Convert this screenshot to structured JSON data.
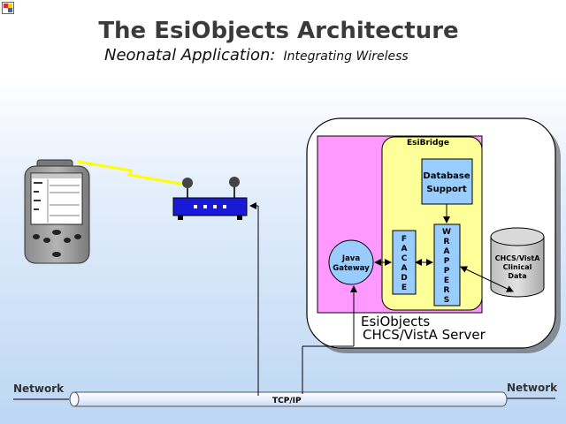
{
  "title": "The EsiObjects Architecture",
  "subtitle": {
    "main": "Neonatal Application:",
    "secondary": "Integrating Wireless"
  },
  "diagram": {
    "esibridge_label": "EsiBridge",
    "database_support": [
      "Database",
      "Support"
    ],
    "facade_letters": [
      "F",
      "A",
      "C",
      "A",
      "D",
      "E"
    ],
    "wrappers_letters": [
      "W",
      "R",
      "A",
      "P",
      "P",
      "E",
      "R",
      "S"
    ],
    "java_gateway": [
      "Java",
      "Gateway"
    ],
    "clinical_data": [
      "CHCS/VistA",
      "Clinical",
      "Data"
    ],
    "esiobjects_label": "EsiObjects",
    "server_label": "CHCS/VistA Server",
    "network_left": "Network",
    "network_right": "Network",
    "tcpip_label": "TCP/IP"
  },
  "colors": {
    "title": "#3a3a3a",
    "server_box": "#ffffff",
    "esiobjects_region": "#ff99ff",
    "esibridge_region": "#ffff99",
    "component_blue": "#99ccff",
    "router_blue": "#1a1ad6",
    "wireless_link": "#ffff00",
    "cylinder_gray": "#cccccc"
  }
}
